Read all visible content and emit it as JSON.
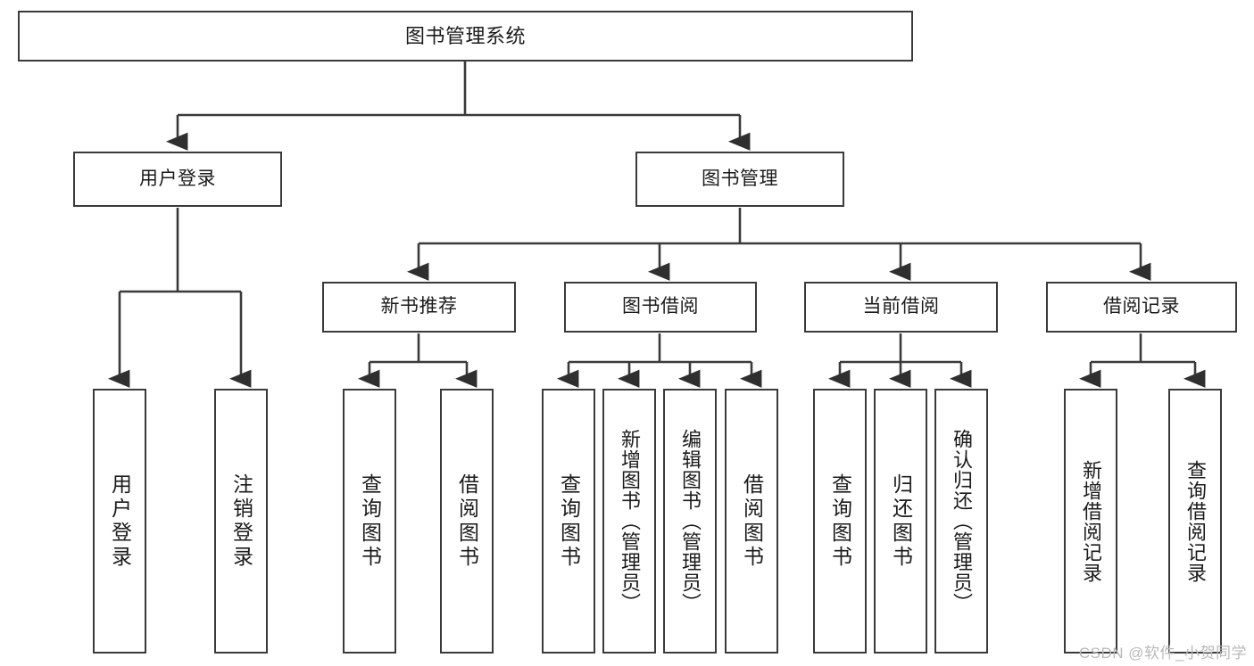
{
  "diagram": {
    "type": "tree-hierarchy-diagram",
    "title": "图书管理系统",
    "colors": {
      "box_stroke": "#3a3a3a",
      "box_fill": "#ffffff",
      "edge_stroke": "#3a3a3a",
      "text": "#1b1b1b",
      "watermark": "#b9b9b9",
      "background": "#ffffff"
    },
    "root": {
      "label": "图书管理系统"
    },
    "level2": [
      {
        "label": "用户登录"
      },
      {
        "label": "图书管理"
      }
    ],
    "level3": [
      {
        "label": "新书推荐"
      },
      {
        "label": "图书借阅"
      },
      {
        "label": "当前借阅"
      },
      {
        "label": "借阅记录"
      }
    ],
    "leaves": {
      "user_login": [
        {
          "label": "用户登录"
        },
        {
          "label": "注销登录"
        }
      ],
      "new_book": [
        {
          "label": "查询图书"
        },
        {
          "label": "借阅图书"
        }
      ],
      "book_borrow": [
        {
          "label": "查询图书"
        },
        {
          "label": "新增图书（管理员）"
        },
        {
          "label": "编辑图书（管理员）"
        },
        {
          "label": "借阅图书"
        }
      ],
      "current_borrow": [
        {
          "label": "查询图书"
        },
        {
          "label": "归还图书"
        },
        {
          "label": "确认归还（管理员）"
        }
      ],
      "borrow_record": [
        {
          "label": "新增借阅记录"
        },
        {
          "label": "查询借阅记录"
        }
      ]
    }
  },
  "watermark": {
    "text": "CSDN @软件_小贺同学"
  }
}
